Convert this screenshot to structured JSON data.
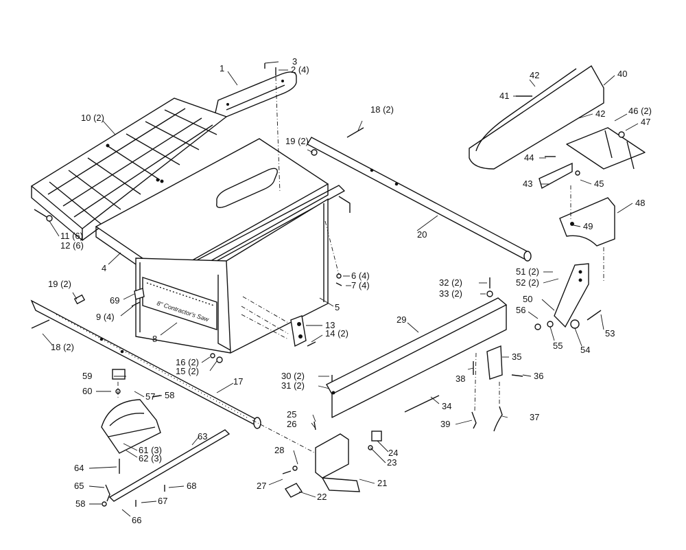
{
  "diagram": {
    "callouts": [
      {
        "id": "c1",
        "text": "1"
      },
      {
        "id": "c2",
        "text": "2 (4)"
      },
      {
        "id": "c3",
        "text": "3"
      },
      {
        "id": "c4",
        "text": "4"
      },
      {
        "id": "c5",
        "text": "5"
      },
      {
        "id": "c6",
        "text": "6 (4)"
      },
      {
        "id": "c7",
        "text": "7 (4)"
      },
      {
        "id": "c8",
        "text": "8"
      },
      {
        "id": "c9",
        "text": "9 (4)"
      },
      {
        "id": "c10",
        "text": "10 (2)"
      },
      {
        "id": "c11",
        "text": "11 (6)"
      },
      {
        "id": "c12",
        "text": "12 (6)"
      },
      {
        "id": "c13",
        "text": "13"
      },
      {
        "id": "c14",
        "text": "14 (2)"
      },
      {
        "id": "c15",
        "text": "15 (2)"
      },
      {
        "id": "c16",
        "text": "16 (2)"
      },
      {
        "id": "c17",
        "text": "17"
      },
      {
        "id": "c18a",
        "text": "18 (2)"
      },
      {
        "id": "c18b",
        "text": "18 (2)"
      },
      {
        "id": "c19a",
        "text": "19 (2)"
      },
      {
        "id": "c19b",
        "text": "19 (2)"
      },
      {
        "id": "c20",
        "text": "20"
      },
      {
        "id": "c21",
        "text": "21"
      },
      {
        "id": "c22",
        "text": "22"
      },
      {
        "id": "c23",
        "text": "23"
      },
      {
        "id": "c24",
        "text": "24"
      },
      {
        "id": "c25",
        "text": "25"
      },
      {
        "id": "c26",
        "text": "26"
      },
      {
        "id": "c27",
        "text": "27"
      },
      {
        "id": "c28",
        "text": "28"
      },
      {
        "id": "c29",
        "text": "29"
      },
      {
        "id": "c30",
        "text": "30 (2)"
      },
      {
        "id": "c31",
        "text": "31 (2)"
      },
      {
        "id": "c32",
        "text": "32 (2)"
      },
      {
        "id": "c33",
        "text": "33 (2)"
      },
      {
        "id": "c34",
        "text": "34"
      },
      {
        "id": "c35",
        "text": "35"
      },
      {
        "id": "c36",
        "text": "36"
      },
      {
        "id": "c37",
        "text": "37"
      },
      {
        "id": "c38",
        "text": "38"
      },
      {
        "id": "c39",
        "text": "39"
      },
      {
        "id": "c40",
        "text": "40"
      },
      {
        "id": "c41",
        "text": "41"
      },
      {
        "id": "c42a",
        "text": "42"
      },
      {
        "id": "c42b",
        "text": "42"
      },
      {
        "id": "c43",
        "text": "43"
      },
      {
        "id": "c44",
        "text": "44"
      },
      {
        "id": "c45",
        "text": "45"
      },
      {
        "id": "c46",
        "text": "46 (2)"
      },
      {
        "id": "c47",
        "text": "47"
      },
      {
        "id": "c48",
        "text": "48"
      },
      {
        "id": "c49",
        "text": "49"
      },
      {
        "id": "c50",
        "text": "50"
      },
      {
        "id": "c51",
        "text": "51 (2)"
      },
      {
        "id": "c52",
        "text": "52 (2)"
      },
      {
        "id": "c53",
        "text": "53"
      },
      {
        "id": "c54",
        "text": "54"
      },
      {
        "id": "c55",
        "text": "55"
      },
      {
        "id": "c56",
        "text": "56"
      },
      {
        "id": "c57",
        "text": "57"
      },
      {
        "id": "c58a",
        "text": "58"
      },
      {
        "id": "c58b",
        "text": "58"
      },
      {
        "id": "c59",
        "text": "59"
      },
      {
        "id": "c60",
        "text": "60"
      },
      {
        "id": "c61",
        "text": "61 (3)"
      },
      {
        "id": "c62",
        "text": "62 (3)"
      },
      {
        "id": "c63",
        "text": "63"
      },
      {
        "id": "c64",
        "text": "64"
      },
      {
        "id": "c65",
        "text": "65"
      },
      {
        "id": "c66",
        "text": "66"
      },
      {
        "id": "c67",
        "text": "67"
      },
      {
        "id": "c68",
        "text": "68"
      },
      {
        "id": "c69",
        "text": "69"
      }
    ],
    "nameplate_text": "8\" Contractor's Saw"
  }
}
